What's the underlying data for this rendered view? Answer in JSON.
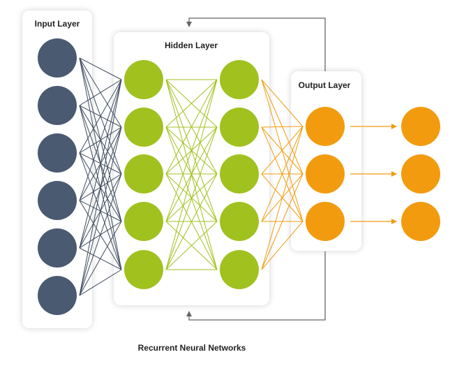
{
  "layers": {
    "input": {
      "title": "Input Layer",
      "neurons": 6,
      "color": "#4a5a70",
      "edge_color": "#3e4b5e"
    },
    "hidden": {
      "title": "Hidden Layer",
      "columns": 2,
      "neurons_per_column": 5,
      "color": "#a1c11f",
      "edge_color": "#a1c11f"
    },
    "output": {
      "title": "Output Layer",
      "neurons": 3,
      "color": "#f29b0f",
      "edge_color": "#f29b0f"
    },
    "final": {
      "neurons": 3,
      "color": "#f29b0f"
    }
  },
  "feedback_line_color": "#666666",
  "caption": "Recurrent Neural Networks"
}
